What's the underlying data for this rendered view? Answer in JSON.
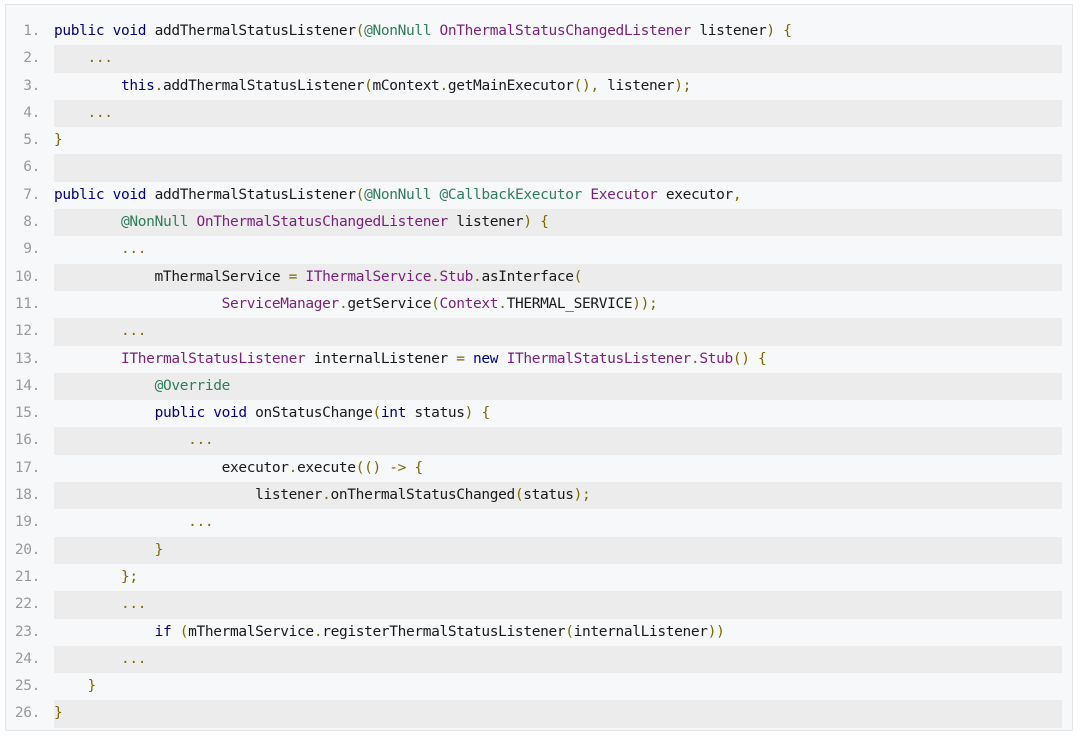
{
  "code_block": {
    "lines": [
      {
        "num": "1.",
        "tokens": [
          {
            "t": "public",
            "c": "kw"
          },
          {
            "t": " ",
            "c": "pl"
          },
          {
            "t": "void",
            "c": "kw"
          },
          {
            "t": " addThermalStatusListener",
            "c": "pl"
          },
          {
            "t": "(",
            "c": "pu"
          },
          {
            "t": "@NonNull",
            "c": "an"
          },
          {
            "t": " ",
            "c": "pl"
          },
          {
            "t": "OnThermalStatusChangedListener",
            "c": "ty"
          },
          {
            "t": " listener",
            "c": "pl"
          },
          {
            "t": ")",
            "c": "pu"
          },
          {
            "t": " ",
            "c": "pl"
          },
          {
            "t": "{",
            "c": "pu"
          }
        ]
      },
      {
        "num": "2.",
        "tokens": [
          {
            "t": "    ",
            "c": "pl"
          },
          {
            "t": "...",
            "c": "dt"
          }
        ]
      },
      {
        "num": "3.",
        "tokens": [
          {
            "t": "        ",
            "c": "pl"
          },
          {
            "t": "this",
            "c": "kw"
          },
          {
            "t": ".",
            "c": "pu"
          },
          {
            "t": "addThermalStatusListener",
            "c": "pl"
          },
          {
            "t": "(",
            "c": "pu"
          },
          {
            "t": "mContext",
            "c": "pl"
          },
          {
            "t": ".",
            "c": "pu"
          },
          {
            "t": "getMainExecutor",
            "c": "pl"
          },
          {
            "t": "(),",
            "c": "pu"
          },
          {
            "t": " listener",
            "c": "pl"
          },
          {
            "t": ");",
            "c": "pu"
          }
        ]
      },
      {
        "num": "4.",
        "tokens": [
          {
            "t": "    ",
            "c": "pl"
          },
          {
            "t": "...",
            "c": "dt"
          }
        ]
      },
      {
        "num": "5.",
        "tokens": [
          {
            "t": "}",
            "c": "pu"
          }
        ]
      },
      {
        "num": "6.",
        "tokens": []
      },
      {
        "num": "7.",
        "tokens": [
          {
            "t": "public",
            "c": "kw"
          },
          {
            "t": " ",
            "c": "pl"
          },
          {
            "t": "void",
            "c": "kw"
          },
          {
            "t": " addThermalStatusListener",
            "c": "pl"
          },
          {
            "t": "(",
            "c": "pu"
          },
          {
            "t": "@NonNull",
            "c": "an"
          },
          {
            "t": " ",
            "c": "pl"
          },
          {
            "t": "@CallbackExecutor",
            "c": "an"
          },
          {
            "t": " ",
            "c": "pl"
          },
          {
            "t": "Executor",
            "c": "ty"
          },
          {
            "t": " executor",
            "c": "pl"
          },
          {
            "t": ",",
            "c": "pu"
          }
        ]
      },
      {
        "num": "8.",
        "tokens": [
          {
            "t": "        ",
            "c": "pl"
          },
          {
            "t": "@NonNull",
            "c": "an"
          },
          {
            "t": " ",
            "c": "pl"
          },
          {
            "t": "OnThermalStatusChangedListener",
            "c": "ty"
          },
          {
            "t": " listener",
            "c": "pl"
          },
          {
            "t": ")",
            "c": "pu"
          },
          {
            "t": " ",
            "c": "pl"
          },
          {
            "t": "{",
            "c": "pu"
          }
        ]
      },
      {
        "num": "9.",
        "tokens": [
          {
            "t": "        ",
            "c": "pl"
          },
          {
            "t": "...",
            "c": "dt"
          }
        ]
      },
      {
        "num": "10.",
        "tokens": [
          {
            "t": "            mThermalService ",
            "c": "pl"
          },
          {
            "t": "=",
            "c": "pu"
          },
          {
            "t": " ",
            "c": "pl"
          },
          {
            "t": "IThermalService",
            "c": "ty"
          },
          {
            "t": ".",
            "c": "pu"
          },
          {
            "t": "Stub",
            "c": "ty"
          },
          {
            "t": ".",
            "c": "pu"
          },
          {
            "t": "asInterface",
            "c": "pl"
          },
          {
            "t": "(",
            "c": "pu"
          }
        ]
      },
      {
        "num": "11.",
        "tokens": [
          {
            "t": "                    ",
            "c": "pl"
          },
          {
            "t": "ServiceManager",
            "c": "ty"
          },
          {
            "t": ".",
            "c": "pu"
          },
          {
            "t": "getService",
            "c": "pl"
          },
          {
            "t": "(",
            "c": "pu"
          },
          {
            "t": "Context",
            "c": "ty"
          },
          {
            "t": ".",
            "c": "pu"
          },
          {
            "t": "THERMAL_SERVICE",
            "c": "pl"
          },
          {
            "t": "));",
            "c": "pu"
          }
        ]
      },
      {
        "num": "12.",
        "tokens": [
          {
            "t": "        ",
            "c": "pl"
          },
          {
            "t": "...",
            "c": "dt"
          }
        ]
      },
      {
        "num": "13.",
        "tokens": [
          {
            "t": "        ",
            "c": "pl"
          },
          {
            "t": "IThermalStatusListener",
            "c": "ty"
          },
          {
            "t": " internalListener ",
            "c": "pl"
          },
          {
            "t": "=",
            "c": "pu"
          },
          {
            "t": " ",
            "c": "pl"
          },
          {
            "t": "new",
            "c": "kw"
          },
          {
            "t": " ",
            "c": "pl"
          },
          {
            "t": "IThermalStatusListener",
            "c": "ty"
          },
          {
            "t": ".",
            "c": "pu"
          },
          {
            "t": "Stub",
            "c": "ty"
          },
          {
            "t": "()",
            "c": "pu"
          },
          {
            "t": " ",
            "c": "pl"
          },
          {
            "t": "{",
            "c": "pu"
          }
        ]
      },
      {
        "num": "14.",
        "tokens": [
          {
            "t": "            ",
            "c": "pl"
          },
          {
            "t": "@Override",
            "c": "an"
          }
        ]
      },
      {
        "num": "15.",
        "tokens": [
          {
            "t": "            ",
            "c": "pl"
          },
          {
            "t": "public",
            "c": "kw"
          },
          {
            "t": " ",
            "c": "pl"
          },
          {
            "t": "void",
            "c": "kw"
          },
          {
            "t": " onStatusChange",
            "c": "pl"
          },
          {
            "t": "(",
            "c": "pu"
          },
          {
            "t": "int",
            "c": "kw"
          },
          {
            "t": " status",
            "c": "pl"
          },
          {
            "t": ")",
            "c": "pu"
          },
          {
            "t": " ",
            "c": "pl"
          },
          {
            "t": "{",
            "c": "pu"
          }
        ]
      },
      {
        "num": "16.",
        "tokens": [
          {
            "t": "                ",
            "c": "pl"
          },
          {
            "t": "...",
            "c": "dt"
          }
        ]
      },
      {
        "num": "17.",
        "tokens": [
          {
            "t": "                    executor",
            "c": "pl"
          },
          {
            "t": ".",
            "c": "pu"
          },
          {
            "t": "execute",
            "c": "pl"
          },
          {
            "t": "(()",
            "c": "pu"
          },
          {
            "t": " ",
            "c": "pl"
          },
          {
            "t": "->",
            "c": "pu"
          },
          {
            "t": " ",
            "c": "pl"
          },
          {
            "t": "{",
            "c": "pu"
          }
        ]
      },
      {
        "num": "18.",
        "tokens": [
          {
            "t": "                        listener",
            "c": "pl"
          },
          {
            "t": ".",
            "c": "pu"
          },
          {
            "t": "onThermalStatusChanged",
            "c": "pl"
          },
          {
            "t": "(",
            "c": "pu"
          },
          {
            "t": "status",
            "c": "pl"
          },
          {
            "t": ");",
            "c": "pu"
          }
        ]
      },
      {
        "num": "19.",
        "tokens": [
          {
            "t": "                ",
            "c": "pl"
          },
          {
            "t": "...",
            "c": "dt"
          }
        ]
      },
      {
        "num": "20.",
        "tokens": [
          {
            "t": "            ",
            "c": "pl"
          },
          {
            "t": "}",
            "c": "pu"
          }
        ]
      },
      {
        "num": "21.",
        "tokens": [
          {
            "t": "        ",
            "c": "pl"
          },
          {
            "t": "};",
            "c": "pu"
          }
        ]
      },
      {
        "num": "22.",
        "tokens": [
          {
            "t": "        ",
            "c": "pl"
          },
          {
            "t": "...",
            "c": "dt"
          }
        ]
      },
      {
        "num": "23.",
        "tokens": [
          {
            "t": "            ",
            "c": "pl"
          },
          {
            "t": "if",
            "c": "kw"
          },
          {
            "t": " ",
            "c": "pl"
          },
          {
            "t": "(",
            "c": "pu"
          },
          {
            "t": "mThermalService",
            "c": "pl"
          },
          {
            "t": ".",
            "c": "pu"
          },
          {
            "t": "registerThermalStatusListener",
            "c": "pl"
          },
          {
            "t": "(",
            "c": "pu"
          },
          {
            "t": "internalListener",
            "c": "pl"
          },
          {
            "t": "))",
            "c": "pu"
          }
        ]
      },
      {
        "num": "24.",
        "tokens": [
          {
            "t": "        ",
            "c": "pl"
          },
          {
            "t": "...",
            "c": "dt"
          }
        ]
      },
      {
        "num": "25.",
        "tokens": [
          {
            "t": "    ",
            "c": "pl"
          },
          {
            "t": "}",
            "c": "pu"
          }
        ]
      },
      {
        "num": "26.",
        "tokens": [
          {
            "t": "}",
            "c": "pu"
          }
        ]
      }
    ]
  },
  "colors": {
    "background": "#f6f8fa",
    "shaded_line": "#ececec",
    "keyword": "#000080",
    "type": "#7a1f7a",
    "annotation": "#2e7d5b",
    "punctuation": "#7a6a00",
    "line_number": "#9a9a9a"
  }
}
